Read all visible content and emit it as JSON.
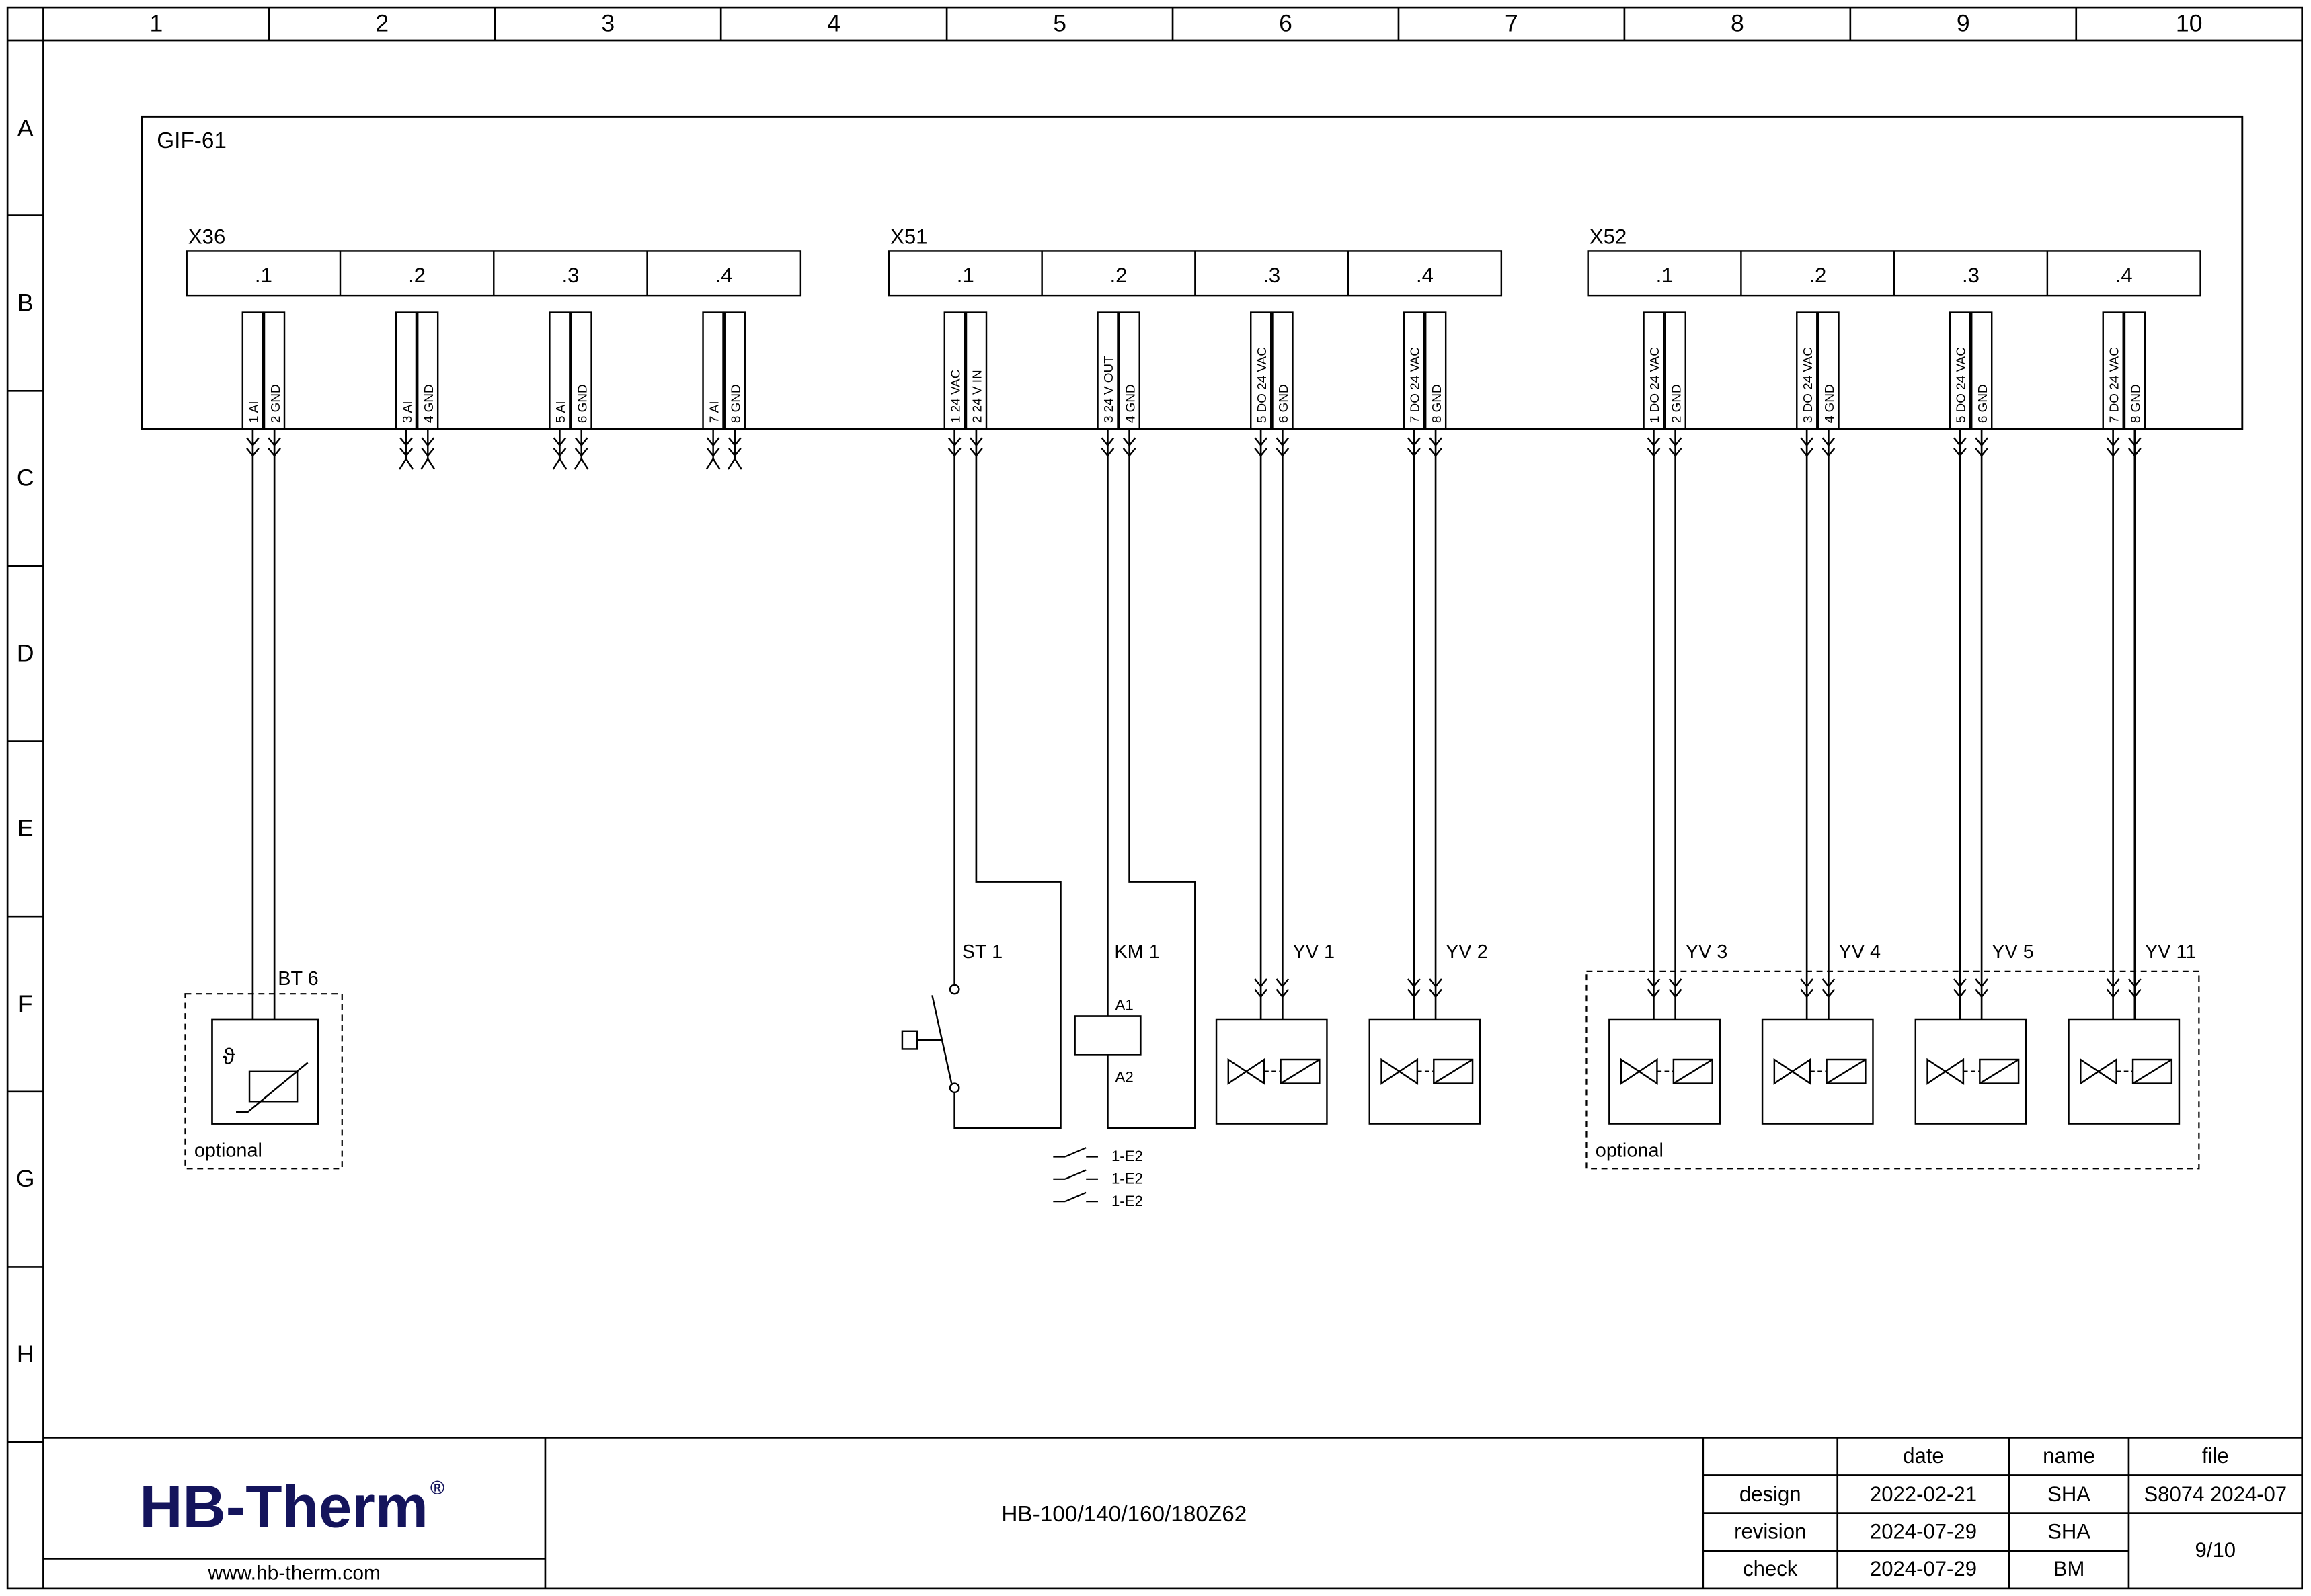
{
  "frame": {
    "columns": [
      "1",
      "2",
      "3",
      "4",
      "5",
      "6",
      "7",
      "8",
      "9",
      "10"
    ],
    "rows": [
      "A",
      "B",
      "C",
      "D",
      "E",
      "F",
      "G",
      "H"
    ]
  },
  "module": {
    "label": "GIF-61",
    "connectors": [
      {
        "label": "X36",
        "sections": [
          ".1",
          ".2",
          ".3",
          ".4"
        ],
        "terminals": [
          [
            "1 AI",
            "2 GND"
          ],
          [
            "3 AI",
            "4 GND"
          ],
          [
            "5 AI",
            "6 GND"
          ],
          [
            "7 AI",
            "8 GND"
          ]
        ]
      },
      {
        "label": "X51",
        "sections": [
          ".1",
          ".2",
          ".3",
          ".4"
        ],
        "terminals": [
          [
            "1 24 VAC",
            "2 24 V IN"
          ],
          [
            "3 24 V OUT",
            "4 GND"
          ],
          [
            "5 DO 24 VAC",
            "6 GND"
          ],
          [
            "7 DO 24 VAC",
            "8 GND"
          ]
        ]
      },
      {
        "label": "X52",
        "sections": [
          ".1",
          ".2",
          ".3",
          ".4"
        ],
        "terminals": [
          [
            "1 DO 24 VAC",
            "2 GND"
          ],
          [
            "3 DO 24 VAC",
            "4 GND"
          ],
          [
            "5 DO 24 VAC",
            "6 GND"
          ],
          [
            "7 DO 24 VAC",
            "8 GND"
          ]
        ]
      }
    ]
  },
  "components": {
    "bt6": {
      "label": "BT 6",
      "symbol": "ϑ",
      "note": "optional"
    },
    "st1": {
      "label": "ST 1"
    },
    "km1": {
      "label": "KM 1",
      "a1": "A1",
      "a2": "A2",
      "contact_refs": [
        "1-E2",
        "1-E2",
        "1-E2"
      ]
    },
    "valves": [
      {
        "label": "YV 1"
      },
      {
        "label": "YV 2"
      },
      {
        "label": "YV 3"
      },
      {
        "label": "YV 4"
      },
      {
        "label": "YV 5"
      },
      {
        "label": "YV 11"
      }
    ],
    "x52_group_note": "optional"
  },
  "title_block": {
    "logo_text": "HB-Therm",
    "registered_mark": "®",
    "website": "www.hb-therm.com",
    "drawing_title": "HB-100/140/160/180Z62",
    "col_date": "date",
    "col_name": "name",
    "col_file": "file",
    "design_label": "design",
    "design_date": "2022-02-21",
    "design_name": "SHA",
    "revision_label": "revision",
    "revision_date": "2024-07-29",
    "revision_name": "SHA",
    "check_label": "check",
    "check_date": "2024-07-29",
    "check_name": "BM",
    "file_no": "S8074 2024-07",
    "page": "9/10"
  }
}
